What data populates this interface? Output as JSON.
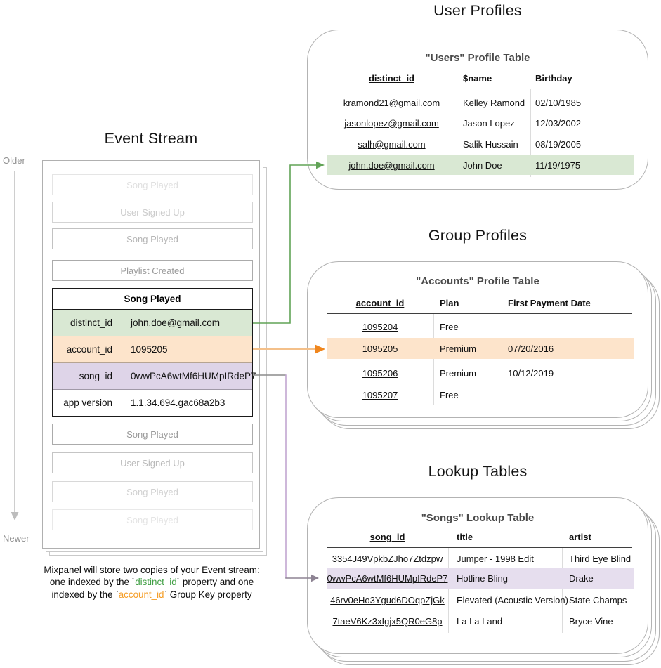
{
  "event_stream": {
    "title": "Event Stream",
    "older_label": "Older",
    "newer_label": "Newer",
    "events_before": [
      {
        "label": "Song Played"
      },
      {
        "label": "User Signed Up"
      },
      {
        "label": "Song Played"
      },
      {
        "label": "Playlist Created"
      }
    ],
    "expanded_event": {
      "title": "Song Played",
      "properties": [
        {
          "key": "distinct_id",
          "value": "john.doe@gmail.com"
        },
        {
          "key": "account_id",
          "value": "1095205"
        },
        {
          "key": "song_id",
          "value": "0wwPcA6wtMf6HUMpIRdeP7"
        },
        {
          "key": "app version",
          "value": "1.1.34.694.gac68a2b3"
        }
      ]
    },
    "events_after": [
      {
        "label": "Song Played"
      },
      {
        "label": "User Signed Up"
      },
      {
        "label": "Song Played"
      },
      {
        "label": "Song Played"
      }
    ]
  },
  "caption": {
    "line1": "Mixpanel will store two copies of your Event stream:",
    "line2_prefix": "one indexed by the `",
    "line2_code": "distinct_id",
    "line2_suffix": "` property and one",
    "line3_prefix": "indexed by the `",
    "line3_code": "account_id",
    "line3_suffix": "` Group Key property"
  },
  "user_profiles": {
    "section_title": "User Profiles",
    "table_title": "\"Users\" Profile Table",
    "columns": [
      "distinct_id",
      "$name",
      "Birthday"
    ],
    "rows": [
      [
        "kramond21@gmail.com",
        "Kelley Ramond",
        "02/10/1985"
      ],
      [
        "jasonlopez@gmail.com",
        "Jason Lopez",
        "12/03/2002"
      ],
      [
        "salh@gmail.com",
        "Salik Hussain",
        "08/19/2005"
      ],
      [
        "john.doe@gmail.com",
        "John Doe",
        "11/19/1975"
      ]
    ],
    "highlighted_row_index": 3
  },
  "group_profiles": {
    "section_title": "Group Profiles",
    "table_title": "\"Accounts\" Profile Table",
    "columns": [
      "account_id",
      "Plan",
      "First Payment Date"
    ],
    "rows": [
      [
        "1095204",
        "Free",
        ""
      ],
      [
        "1095205",
        "Premium",
        "07/20/2016"
      ],
      [
        "1095206",
        "Premium",
        "10/12/2019"
      ],
      [
        "1095207",
        "Free",
        ""
      ]
    ],
    "highlighted_row_index": 1
  },
  "lookup_tables": {
    "section_title": "Lookup Tables",
    "table_title": "\"Songs\" Lookup Table",
    "columns": [
      "song_id",
      "title",
      "artist"
    ],
    "rows": [
      [
        "3354J49VpkbZJho7Ztdzpw",
        "Jumper - 1998 Edit",
        "Third Eye Blind"
      ],
      [
        "0wwPcA6wtMf6HUMpIRdeP7",
        "Hotline Bling",
        "Drake"
      ],
      [
        "46rv0eHo3Ygud6DOqpZjGk",
        "Elevated (Acoustic Version)",
        "State Champs"
      ],
      [
        "7taeV6Kz3xIgjx5QR0eG8p",
        "La La Land",
        "Bryce Vine"
      ]
    ],
    "highlighted_row_index": 1
  },
  "colors": {
    "green_highlight": "#d9e8d3",
    "orange_highlight": "#fde4cb",
    "purple_highlight": "#ded4e8",
    "purple_highlight_light": "#e6deee",
    "green_arrow": "#61a356",
    "orange_arrow_line": "#f4c08a",
    "orange_arrow_head": "#f0861d",
    "purple_arrow_line": "#c2a7d1",
    "purple_arrow_head": "#8d8393",
    "caption_green": "#43a047",
    "caption_orange": "#f59d25",
    "card_border": "#b3b3b3"
  }
}
